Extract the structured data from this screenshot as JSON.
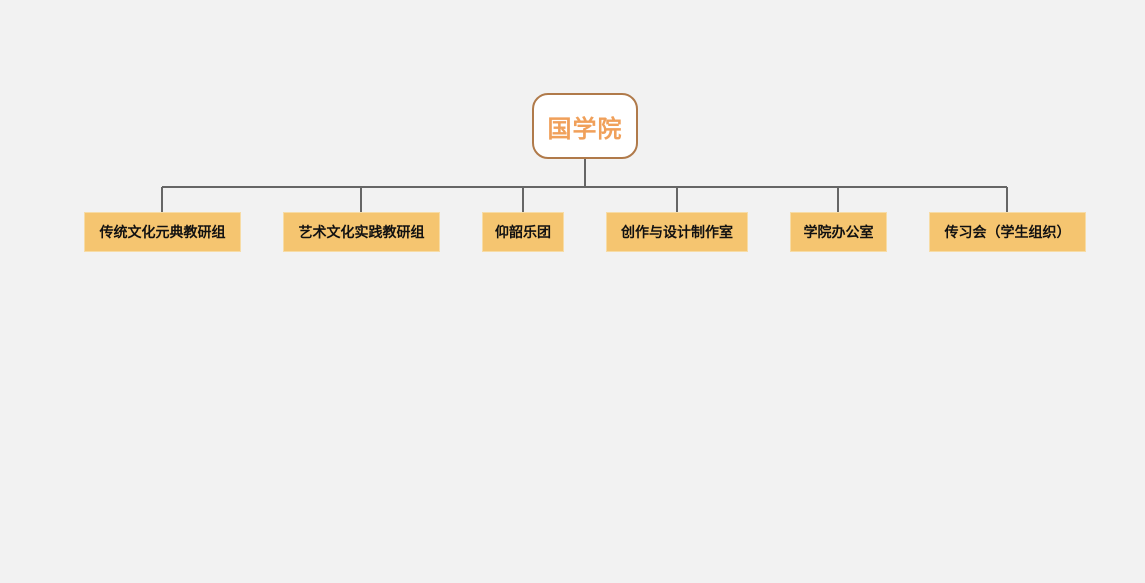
{
  "diagram": {
    "root": {
      "label": "国学院"
    },
    "children": [
      {
        "label": "传统文化元典教研组"
      },
      {
        "label": "艺术文化实践教研组"
      },
      {
        "label": "仰韶乐团"
      },
      {
        "label": "创作与设计制作室"
      },
      {
        "label": "学院办公室"
      },
      {
        "label": "传习会（学生组织）"
      }
    ]
  },
  "colors": {
    "background": "#f2f2f2",
    "root_fill": "#ffffff",
    "root_border": "#b07a4a",
    "root_text": "#f0a05a",
    "child_fill": "#f5c570",
    "child_border": "#f7dca6",
    "child_text": "#111111",
    "connector": "#666666"
  }
}
